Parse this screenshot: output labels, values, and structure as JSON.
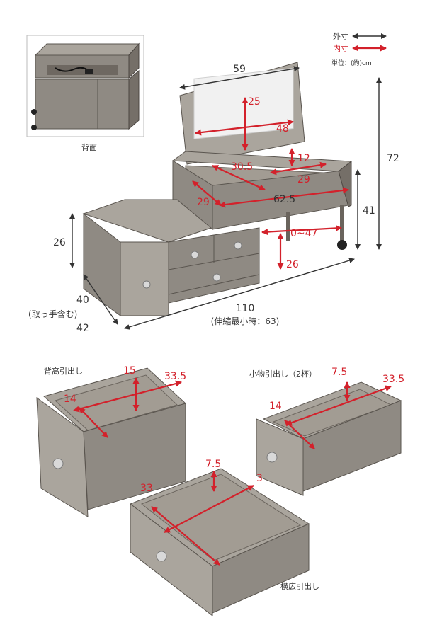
{
  "legend": {
    "outer": "外寸",
    "inner": "内寸",
    "unit": "単位：(約)cm"
  },
  "thumbnail": {
    "caption": "背面"
  },
  "main": {
    "width_lid": "59",
    "mirror_h": "25",
    "mirror_w": "48",
    "tray_depth": "12",
    "tray_left": "30.5",
    "tray_right": "29",
    "tray_side": "29",
    "inner_width": "62.5",
    "extend": "0~47",
    "height_total": "72",
    "height_top": "41",
    "height_left": "26",
    "leg_h": "26",
    "depth": "40",
    "depth_note": "(取っ手含む)",
    "depth_alt": "42",
    "width_total": "110",
    "width_note": "(伸縮最小時：63)"
  },
  "drawers": {
    "tall": {
      "title": "背高引出し",
      "h": "15",
      "d": "33.5",
      "w": "14"
    },
    "small": {
      "title": "小物引出し（2杯）",
      "h": "7.5",
      "d": "33.5",
      "w": "14"
    },
    "wide": {
      "title": "横広引出し",
      "h": "7.5",
      "w": "33",
      "d": "3"
    }
  }
}
